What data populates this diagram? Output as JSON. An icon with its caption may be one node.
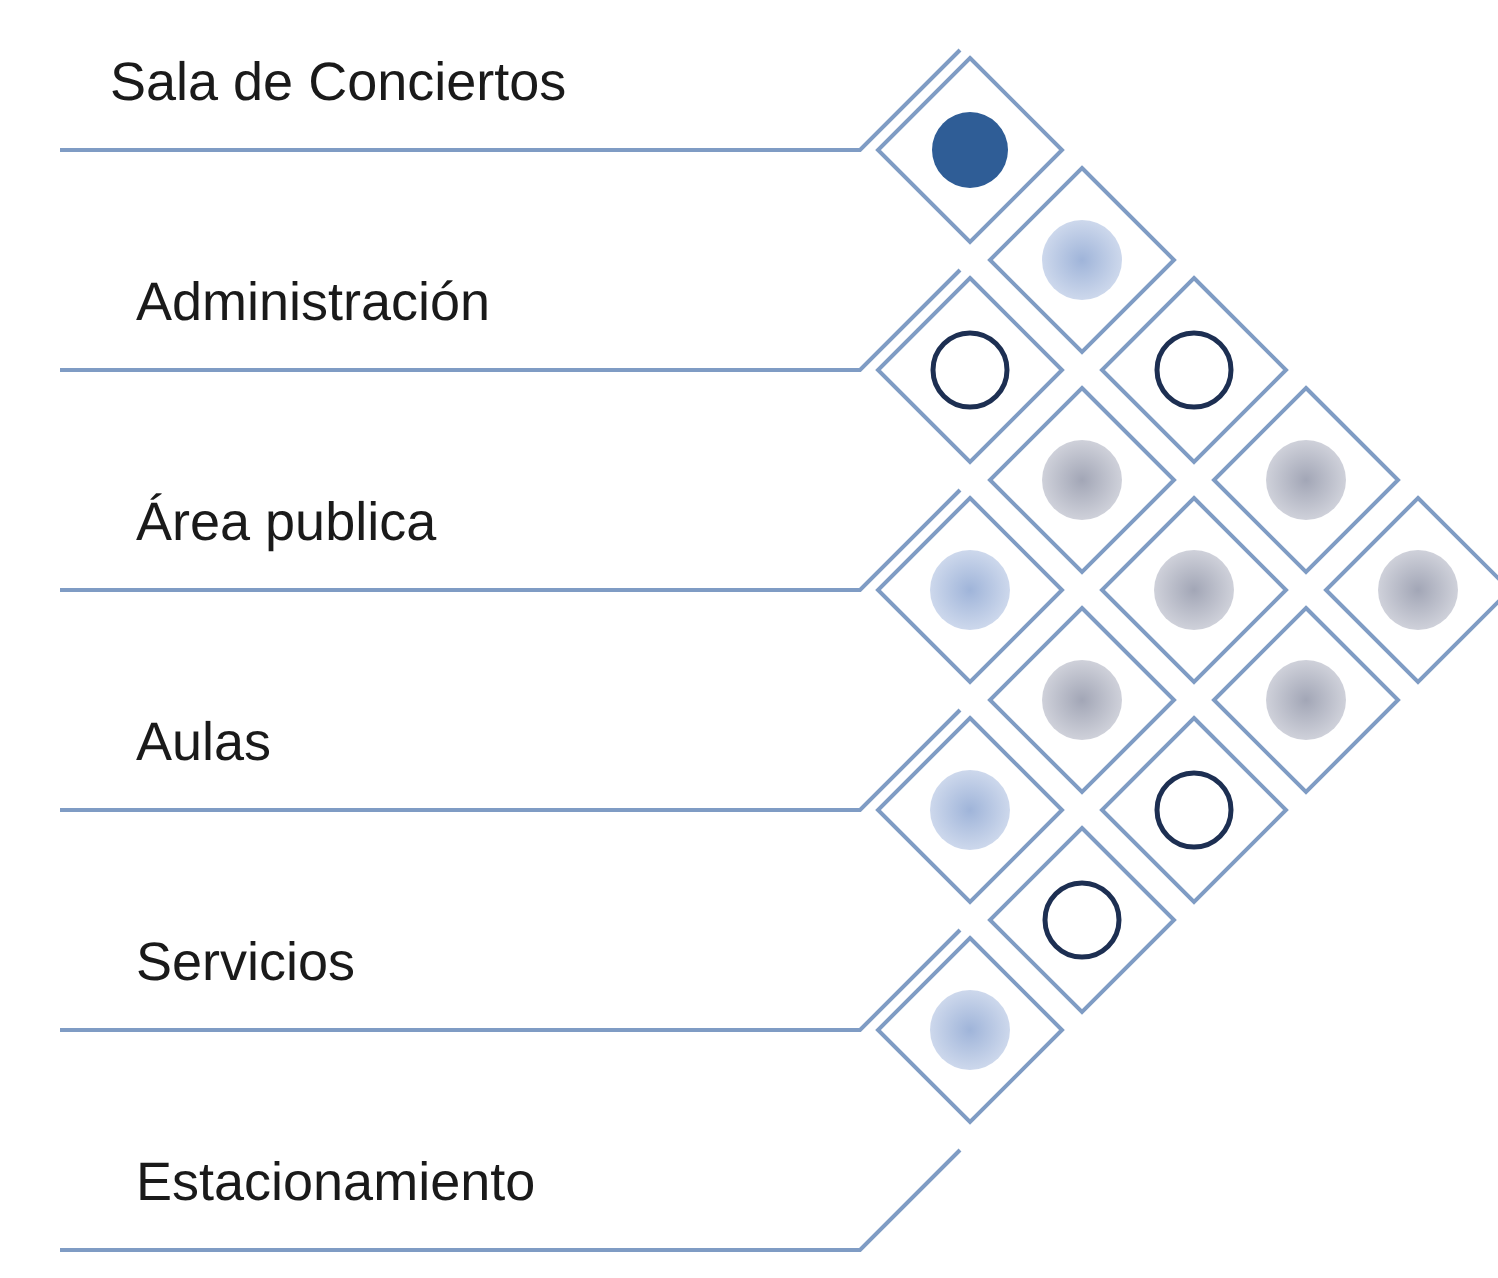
{
  "diagram": {
    "nodes": [
      {
        "text": [],
        "shape": "diamond"
      },
      {
        "text": [],
        "shape": "diamond"
      },
      {
        "text": [],
        "shape": "diamond"
      },
      {
        "text": [],
        "shape": "diamond"
      },
      {
        "text": [],
        "shape": "diamond"
      },
      {
        "text": [],
        "shape": "diamond"
      },
      {
        "text": [],
        "shape": "diamond"
      },
      {
        "text": [],
        "shape": "diamond"
      },
      {
        "text": [],
        "shape": "diamond"
      },
      {
        "text": [],
        "shape": "diamond"
      },
      {
        "text": [],
        "shape": "diamond"
      },
      {
        "text": [],
        "shape": "diamond"
      },
      {
        "text": [],
        "shape": "diamond"
      },
      {
        "text": [],
        "shape": "diamond"
      },
      {
        "text": [],
        "shape": "diamond"
      }
    ],
    "labels": [
      "Sala de Conciertos",
      "Administración",
      "Área publica",
      "Aulas",
      "Servicios",
      "Estacionamiento"
    ]
  }
}
